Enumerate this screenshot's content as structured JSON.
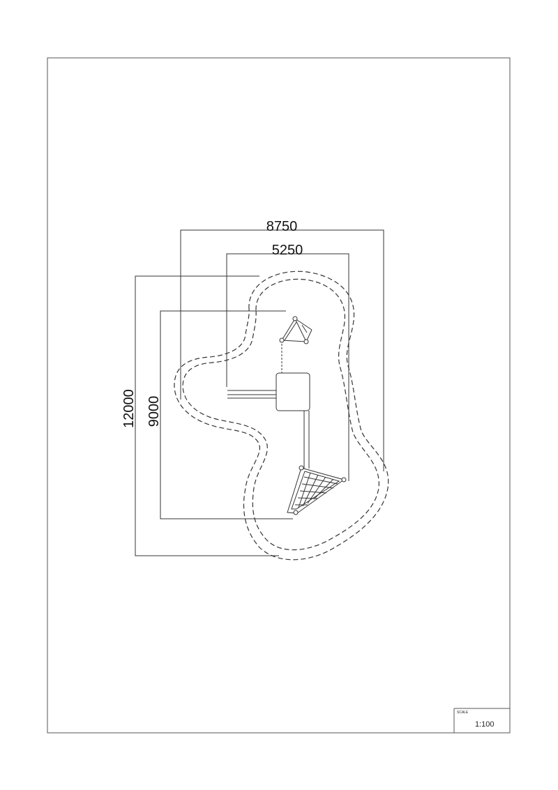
{
  "dimensions": {
    "overall_width": "8750",
    "inner_width": "5250",
    "overall_length": "12000",
    "inner_length": "9000"
  },
  "title_block": {
    "scale_label": "SCALE",
    "scale_value": "1:100"
  },
  "colors": {
    "line": "#333333",
    "background": "#ffffff"
  }
}
